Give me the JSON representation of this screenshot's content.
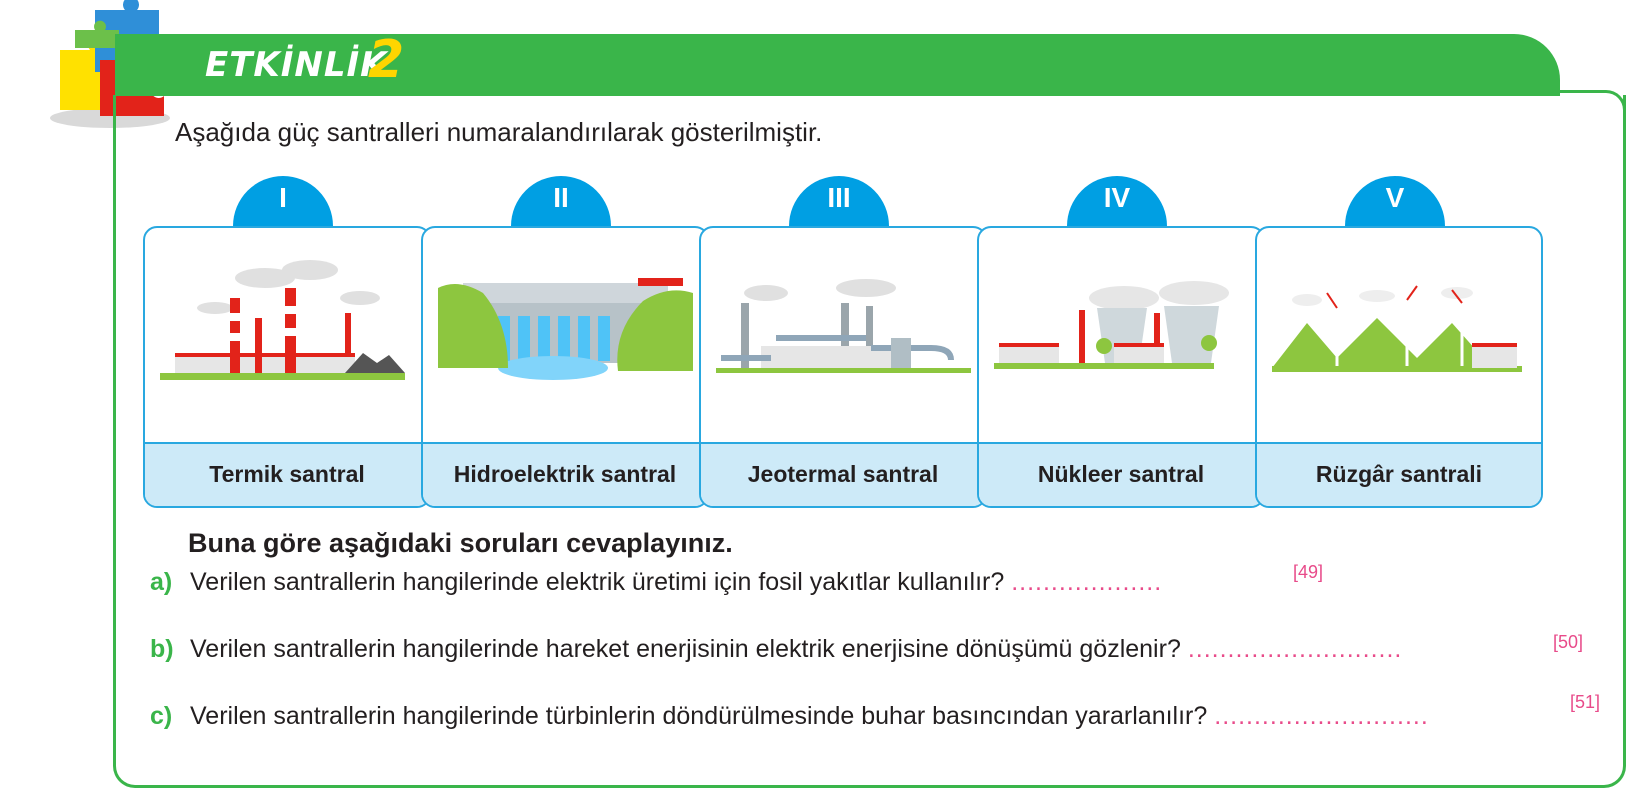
{
  "header": {
    "activity_label": "ETKİNLİK",
    "activity_number": "2"
  },
  "intro_text": "Aşağıda güç santralleri numaralandırılarak gösterilmiştir.",
  "cards": [
    {
      "numeral": "I",
      "label": "Termik santral",
      "icon": "thermal-power-plant-illustration"
    },
    {
      "numeral": "II",
      "label": "Hidroelektrik santral",
      "icon": "hydroelectric-dam-illustration"
    },
    {
      "numeral": "III",
      "label": "Jeotermal santral",
      "icon": "geothermal-plant-illustration"
    },
    {
      "numeral": "IV",
      "label": "Nükleer santral",
      "icon": "nuclear-plant-illustration"
    },
    {
      "numeral": "V",
      "label": "Rüzgâr santrali",
      "icon": "wind-farm-illustration"
    }
  ],
  "prompt": "Buna göre aşağıdaki soruları cevaplayınız.",
  "questions": [
    {
      "letter": "a)",
      "text": "Verilen santrallerin hangilerinde elektrik üretimi için fosil yakıtlar kullanılır?",
      "dots": "...................",
      "ref": "[49]"
    },
    {
      "letter": "b)",
      "text": "Verilen santrallerin hangilerinde hareket enerjisinin elektrik enerjisine dönüşümü gözlenir?",
      "dots": "...........................",
      "ref": "[50]"
    },
    {
      "letter": "c)",
      "text": "Verilen santrallerin hangilerinde türbinlerin döndürülmesinde buhar basıncından yararlanılır?",
      "dots": "...........................",
      "ref": "[51]"
    }
  ],
  "colors": {
    "green": "#3ab54a",
    "blue": "#009fe3",
    "light_blue": "#cdeaf8",
    "pink": "#e84b8a",
    "yellow": "#ffd500"
  }
}
